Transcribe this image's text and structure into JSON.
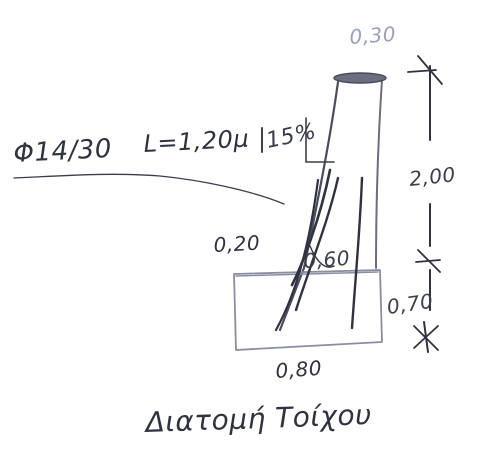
{
  "drawing": {
    "title": "Διατομή Τοίχου",
    "rebar": "Φ14/30",
    "rebar_length": "L=1,20μ",
    "batter": "15%",
    "dim_top_width": "0,30",
    "dim_width_mid": "0,20",
    "dim_inner_width": "0,60",
    "dim_base_width": "0,80",
    "dim_wall_height": "2,00",
    "dim_footing_height": "0,70"
  },
  "colors": {
    "ink": "#2f3240",
    "ink_light": "#8a8ea3",
    "ink_blue": "#9aa0c0",
    "paper": "#ffffff"
  }
}
